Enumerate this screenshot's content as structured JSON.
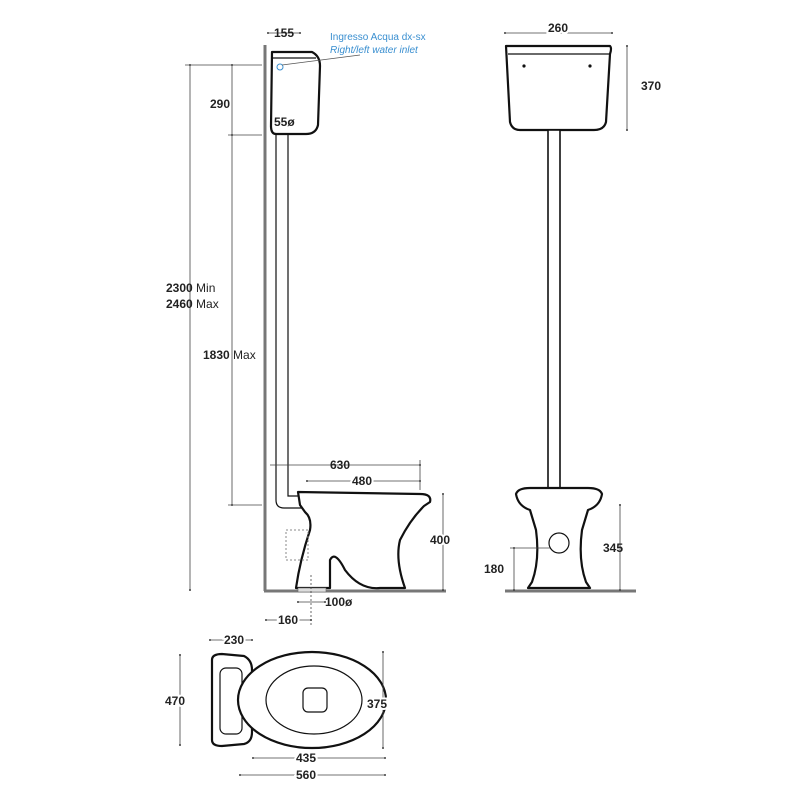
{
  "side_view": {
    "tank_width": "155",
    "inlet_label_it": "Ingresso Acqua dx-sx",
    "inlet_label_en": "Right/left water inlet",
    "tank_height": "290",
    "pipe_diameter": "55ø",
    "total_height_min": "2300",
    "total_height_min_unit": "Min",
    "total_height_max": "2460",
    "total_height_max_unit": "Max",
    "pipe_height": "1830",
    "pipe_height_unit": "Max",
    "overall_depth": "630",
    "bowl_depth": "480",
    "bowl_height": "400",
    "outlet_diameter": "100ø",
    "outlet_distance": "160"
  },
  "front_view": {
    "tank_width": "260",
    "tank_height": "370",
    "bowl_height": "345",
    "outlet_height": "180"
  },
  "top_view": {
    "seat_width": "230",
    "overall_width": "470",
    "bowl_width": "375",
    "bowl_length": "435",
    "overall_length": "560"
  },
  "colors": {
    "annotation": "#3a8fd0",
    "floor": "#777777"
  }
}
